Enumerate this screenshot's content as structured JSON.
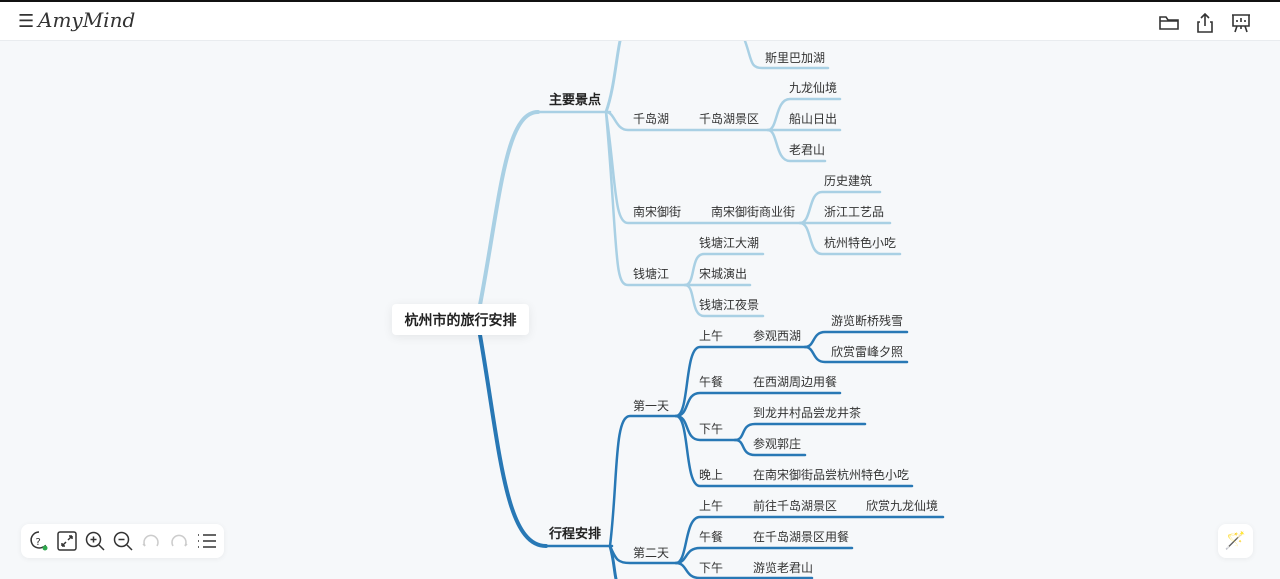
{
  "app": {
    "title": "AmyMind",
    "icons": [
      "menu-icon",
      "folder-icon",
      "share-icon",
      "presentation-icon"
    ]
  },
  "colors": {
    "branch1": "#a9d0e4",
    "branch2": "#2878b5"
  },
  "mindmap": {
    "root": "杭州市的旅行安排",
    "b1": {
      "label": "主要景点",
      "xihu_tail": "斯里巴加湖",
      "qdh": {
        "label": "千岛湖",
        "sub": "千岛湖景区",
        "items": [
          "九龙仙境",
          "船山日出",
          "老君山"
        ]
      },
      "nsyj": {
        "label": "南宋御街",
        "sub": "南宋御街商业街",
        "items": [
          "历史建筑",
          "浙江工艺品",
          "杭州特色小吃"
        ]
      },
      "qtj": {
        "label": "钱塘江",
        "items": [
          "钱塘江大潮",
          "宋城演出",
          "钱塘江夜景"
        ]
      }
    },
    "b2": {
      "label": "行程安排",
      "d1": {
        "label": "第一天",
        "am": {
          "label": "上午",
          "act": "参观西湖",
          "items": [
            "游览断桥残雪",
            "欣赏雷峰夕照"
          ]
        },
        "lunch": {
          "label": "午餐",
          "act": "在西湖周边用餐"
        },
        "pm": {
          "label": "下午",
          "items": [
            "到龙井村品尝龙井茶",
            "参观郭庄"
          ]
        },
        "eve": {
          "label": "晚上",
          "act": "在南宋御街品尝杭州特色小吃"
        }
      },
      "d2": {
        "label": "第二天",
        "am": {
          "label": "上午",
          "act": "前往千岛湖景区",
          "item": "欣赏九龙仙境"
        },
        "lunch": {
          "label": "午餐",
          "act": "在千岛湖景区用餐"
        },
        "pm": {
          "label": "下午",
          "act": "游览老君山"
        }
      }
    }
  },
  "toolbar": [
    "help-icon",
    "fit-screen-icon",
    "zoom-in-icon",
    "zoom-out-icon",
    "undo-icon",
    "redo-icon",
    "outline-list-icon"
  ],
  "assistant": "magic-wand-icon"
}
